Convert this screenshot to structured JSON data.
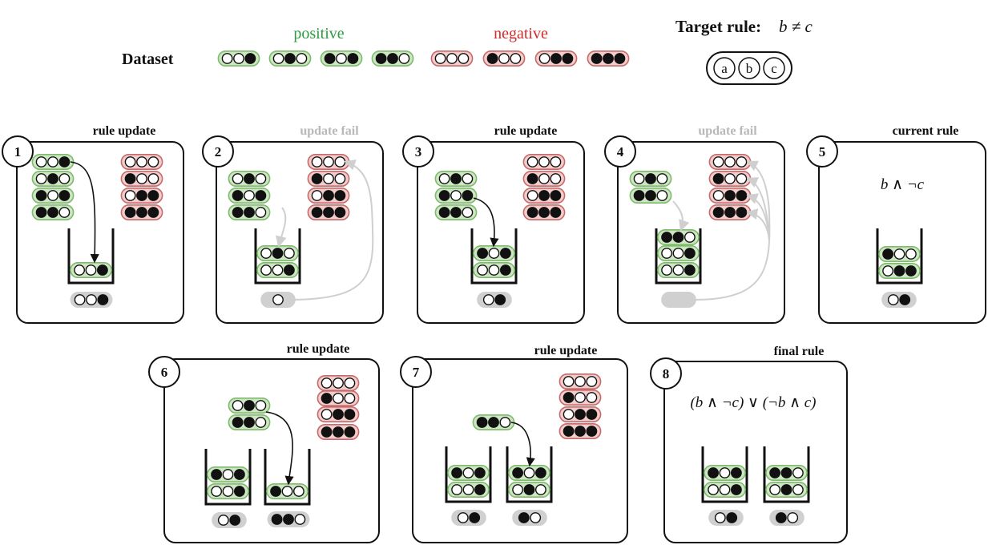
{
  "colors": {
    "positive": "#2e9b3e",
    "negative": "#d42b2b",
    "pill_pos_fill": "#cfe6c4",
    "pill_pos_stroke": "#7cbc6a",
    "pill_neg_fill": "#f3cccc",
    "pill_neg_stroke": "#c86a6a",
    "gray": "#d0d0d0",
    "gray_text": "#b8b8b8",
    "dark": "#111111"
  },
  "header": {
    "dataset_label": "Dataset",
    "positive_label": "positive",
    "negative_label": "negative",
    "target_label": "Target rule:",
    "target_expr": "b ≠ c",
    "variables": [
      "a",
      "b",
      "c"
    ],
    "positive_examples": [
      [
        0,
        0,
        1
      ],
      [
        0,
        1,
        0
      ],
      [
        1,
        0,
        1
      ],
      [
        1,
        1,
        0
      ]
    ],
    "negative_examples": [
      [
        0,
        0,
        0
      ],
      [
        1,
        0,
        0
      ],
      [
        0,
        1,
        1
      ],
      [
        1,
        1,
        1
      ]
    ]
  },
  "panels": [
    {
      "number": "1",
      "title": "rule update",
      "title_style": "dark",
      "pos_items": [
        [
          0,
          0,
          1
        ],
        [
          0,
          1,
          0
        ],
        [
          1,
          0,
          1
        ],
        [
          1,
          1,
          0
        ]
      ],
      "neg_items": [
        [
          0,
          0,
          0
        ],
        [
          1,
          0,
          0
        ],
        [
          0,
          1,
          1
        ],
        [
          1,
          1,
          1
        ]
      ],
      "buckets": [
        {
          "items": [
            [
              0,
              0,
              1
            ]
          ],
          "rule": [
            0,
            0,
            1
          ]
        }
      ]
    },
    {
      "number": "2",
      "title": "update fail",
      "title_style": "gray",
      "pos_items": [
        [
          0,
          1,
          0
        ],
        [
          1,
          0,
          1
        ],
        [
          1,
          1,
          0
        ]
      ],
      "neg_items": [
        [
          0,
          0,
          0
        ],
        [
          1,
          0,
          0
        ],
        [
          0,
          1,
          1
        ],
        [
          1,
          1,
          1
        ]
      ],
      "buckets": [
        {
          "items": [
            [
              0,
              1,
              0
            ],
            [
              0,
              0,
              1
            ]
          ],
          "rule": [
            0
          ]
        }
      ]
    },
    {
      "number": "3",
      "title": "rule update",
      "title_style": "dark",
      "pos_items": [
        [
          0,
          1,
          0
        ],
        [
          1,
          0,
          1
        ],
        [
          1,
          1,
          0
        ]
      ],
      "neg_items": [
        [
          0,
          0,
          0
        ],
        [
          1,
          0,
          0
        ],
        [
          0,
          1,
          1
        ],
        [
          1,
          1,
          1
        ]
      ],
      "buckets": [
        {
          "items": [
            [
              1,
              0,
              1
            ],
            [
              0,
              0,
              1
            ]
          ],
          "rule": [
            0,
            1
          ]
        }
      ]
    },
    {
      "number": "4",
      "title": "update fail",
      "title_style": "gray",
      "pos_items": [
        [
          0,
          1,
          0
        ],
        [
          1,
          1,
          0
        ]
      ],
      "neg_items": [
        [
          0,
          0,
          0
        ],
        [
          1,
          0,
          0
        ],
        [
          0,
          1,
          1
        ],
        [
          1,
          1,
          1
        ]
      ],
      "buckets": [
        {
          "items": [
            [
              1,
              1,
              0
            ],
            [
              0,
              0,
              1
            ],
            [
              0,
              0,
              1
            ]
          ],
          "rule": []
        }
      ]
    },
    {
      "number": "5",
      "title": "current rule",
      "title_style": "dark",
      "formula": "b ∧ ¬c",
      "pos_items": [],
      "neg_items": [],
      "buckets": [
        {
          "items": [
            [
              1,
              0,
              0
            ],
            [
              0,
              1,
              1
            ]
          ],
          "rule": [
            0,
            1
          ]
        }
      ]
    },
    {
      "number": "6",
      "title": "rule update",
      "title_style": "dark",
      "pos_items": [
        [
          0,
          1,
          0
        ],
        [
          1,
          1,
          0
        ]
      ],
      "neg_items": [
        [
          0,
          0,
          0
        ],
        [
          1,
          0,
          0
        ],
        [
          0,
          1,
          1
        ],
        [
          1,
          1,
          1
        ]
      ],
      "buckets": [
        {
          "items": [
            [
              1,
              0,
              1
            ],
            [
              0,
              0,
              1
            ]
          ],
          "rule": [
            0,
            1
          ]
        },
        {
          "items": [
            [
              1,
              0,
              0
            ]
          ],
          "rule": [
            1,
            1,
            0
          ]
        }
      ]
    },
    {
      "number": "7",
      "title": "rule update",
      "title_style": "dark",
      "pos_items": [
        [
          1,
          1,
          0
        ]
      ],
      "neg_items": [
        [
          0,
          0,
          0
        ],
        [
          1,
          0,
          0
        ],
        [
          0,
          1,
          1
        ],
        [
          1,
          1,
          1
        ]
      ],
      "buckets": [
        {
          "items": [
            [
              1,
              0,
              1
            ],
            [
              0,
              0,
              1
            ]
          ],
          "rule": [
            0,
            1
          ]
        },
        {
          "items": [
            [
              1,
              0,
              1
            ],
            [
              0,
              1,
              0
            ]
          ],
          "rule": [
            1,
            0
          ]
        }
      ]
    },
    {
      "number": "8",
      "title": "final rule",
      "title_style": "dark",
      "formula": "(b ∧ ¬c) ∨ (¬b ∧ c)",
      "pos_items": [],
      "neg_items": [],
      "buckets": [
        {
          "items": [
            [
              1,
              0,
              1
            ],
            [
              0,
              0,
              1
            ]
          ],
          "rule": [
            0,
            1
          ]
        },
        {
          "items": [
            [
              1,
              1,
              0
            ],
            [
              0,
              1,
              0
            ]
          ],
          "rule": [
            1,
            0
          ]
        }
      ]
    }
  ]
}
